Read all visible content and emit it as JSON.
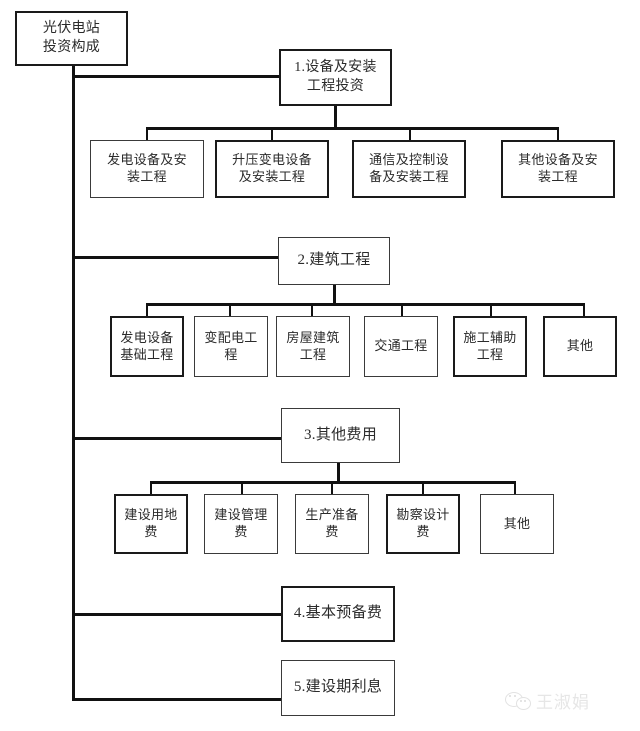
{
  "diagram": {
    "root": {
      "label": "光伏电站\n投资构成"
    },
    "branches": [
      {
        "id": "branch-1",
        "label": "1.设备及安装\n工程投资",
        "children": [
          {
            "label": "发电设备及安\n装工程"
          },
          {
            "label": "升压变电设备\n及安装工程"
          },
          {
            "label": "通信及控制设\n备及安装工程"
          },
          {
            "label": "其他设备及安\n装工程"
          }
        ]
      },
      {
        "id": "branch-2",
        "label": "2.建筑工程",
        "children": [
          {
            "label": "发电设备\n基础工程"
          },
          {
            "label": "变配电工\n程"
          },
          {
            "label": "房屋建筑\n工程"
          },
          {
            "label": "交通工程"
          },
          {
            "label": "施工辅助\n工程"
          },
          {
            "label": "其他"
          }
        ]
      },
      {
        "id": "branch-3",
        "label": "3.其他费用",
        "children": [
          {
            "label": "建设用地\n费"
          },
          {
            "label": "建设管理\n费"
          },
          {
            "label": "生产准备\n费"
          },
          {
            "label": "勘察设计\n费"
          },
          {
            "label": "其他"
          }
        ]
      },
      {
        "id": "branch-4",
        "label": "4.基本预备费",
        "children": []
      },
      {
        "id": "branch-5",
        "label": "5.建设期利息",
        "children": []
      }
    ]
  },
  "watermark": {
    "icon": "wechat-logo-icon",
    "text": "王淑娟"
  },
  "colors": {
    "line": "#111111",
    "box_border": "#3a3a3a",
    "box_border_heavy": "#1a1a1a",
    "text": "#2b2b2b",
    "background": "#ffffff",
    "watermark_text": "#e6e6e6"
  }
}
